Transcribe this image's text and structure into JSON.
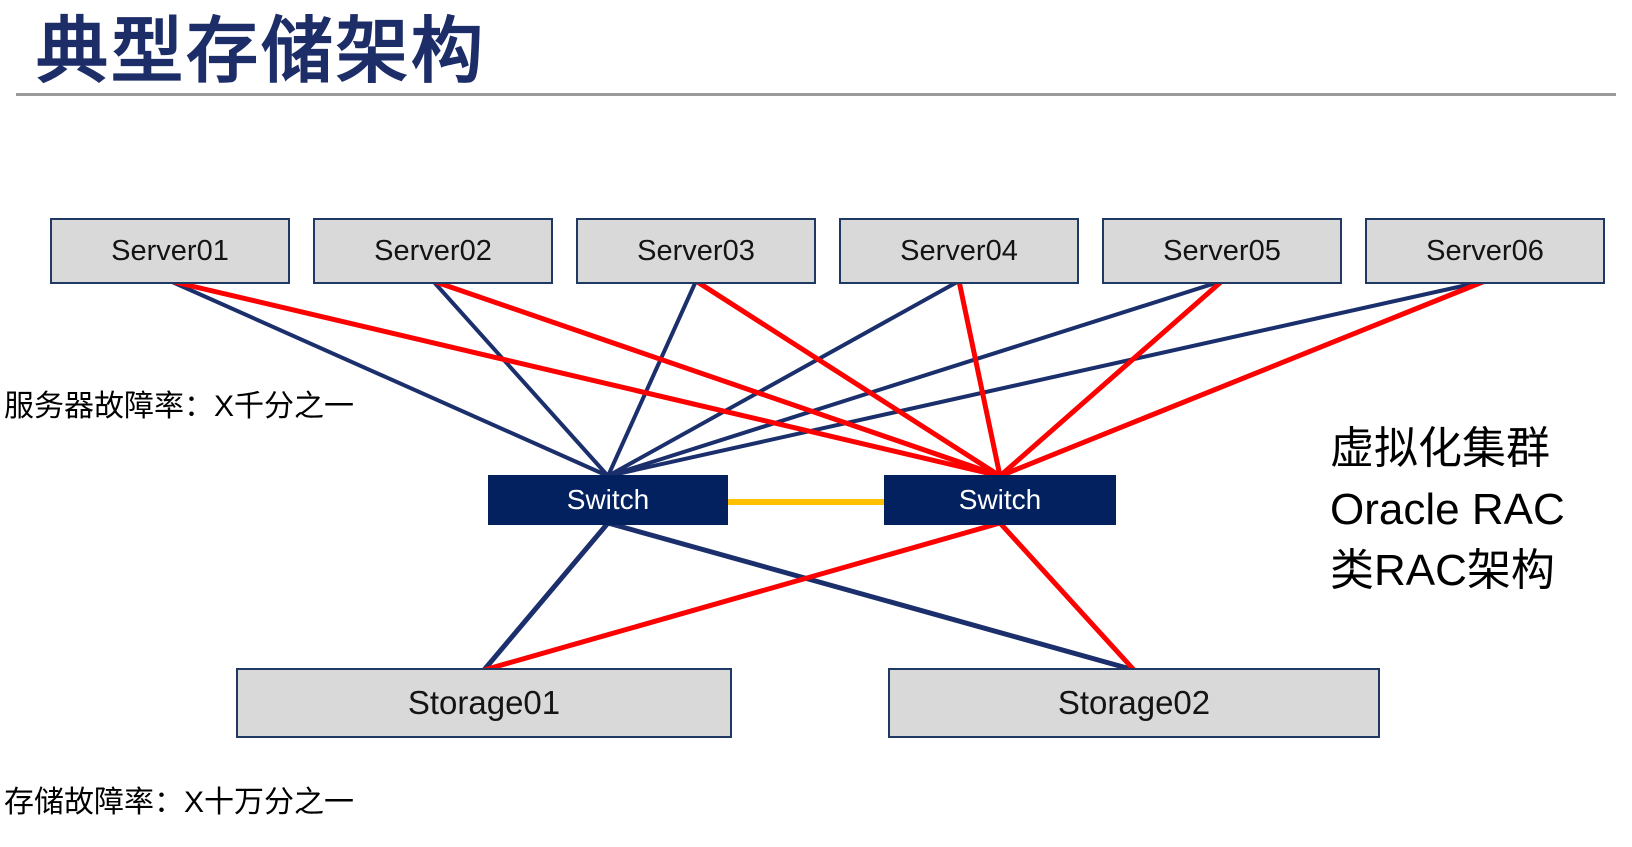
{
  "slide": {
    "title": "典型存储架构",
    "server_failure_label": "服务器故障率：X千分之一",
    "storage_failure_label": "存储故障率：X十万分之一"
  },
  "annotation": {
    "line1": "虚拟化集群",
    "line2": "Oracle RAC",
    "line3": "类RAC架构"
  },
  "nodes": {
    "servers": [
      {
        "label": "Server01"
      },
      {
        "label": "Server02"
      },
      {
        "label": "Server03"
      },
      {
        "label": "Server04"
      },
      {
        "label": "Server05"
      },
      {
        "label": "Server06"
      }
    ],
    "switches": [
      {
        "label": "Switch"
      },
      {
        "label": "Switch"
      }
    ],
    "storages": [
      {
        "label": "Storage01"
      },
      {
        "label": "Storage02"
      }
    ]
  },
  "topology": {
    "server_to_switch_a": [
      "Server01",
      "Server02",
      "Server03",
      "Server04",
      "Server05",
      "Server06"
    ],
    "server_to_switch_b": [
      "Server01",
      "Server02",
      "Server03",
      "Server04",
      "Server05",
      "Server06"
    ],
    "switch_interlink": [
      "Switch-A",
      "Switch-B"
    ],
    "switch_a_to_storages": [
      "Storage01",
      "Storage02"
    ],
    "switch_b_to_storages": [
      "Storage01",
      "Storage02"
    ]
  },
  "colors": {
    "title_navy": "#1c2d68",
    "box_border_navy": "#1f3864",
    "box_fill_gray": "#d9d9d9",
    "switch_fill_navy": "#04215f",
    "link_navy": "#1a2f6b",
    "link_red": "#fd0000",
    "link_orange": "#ffc000",
    "divider_gray": "#9a9a9a",
    "text_black": "#000000"
  }
}
